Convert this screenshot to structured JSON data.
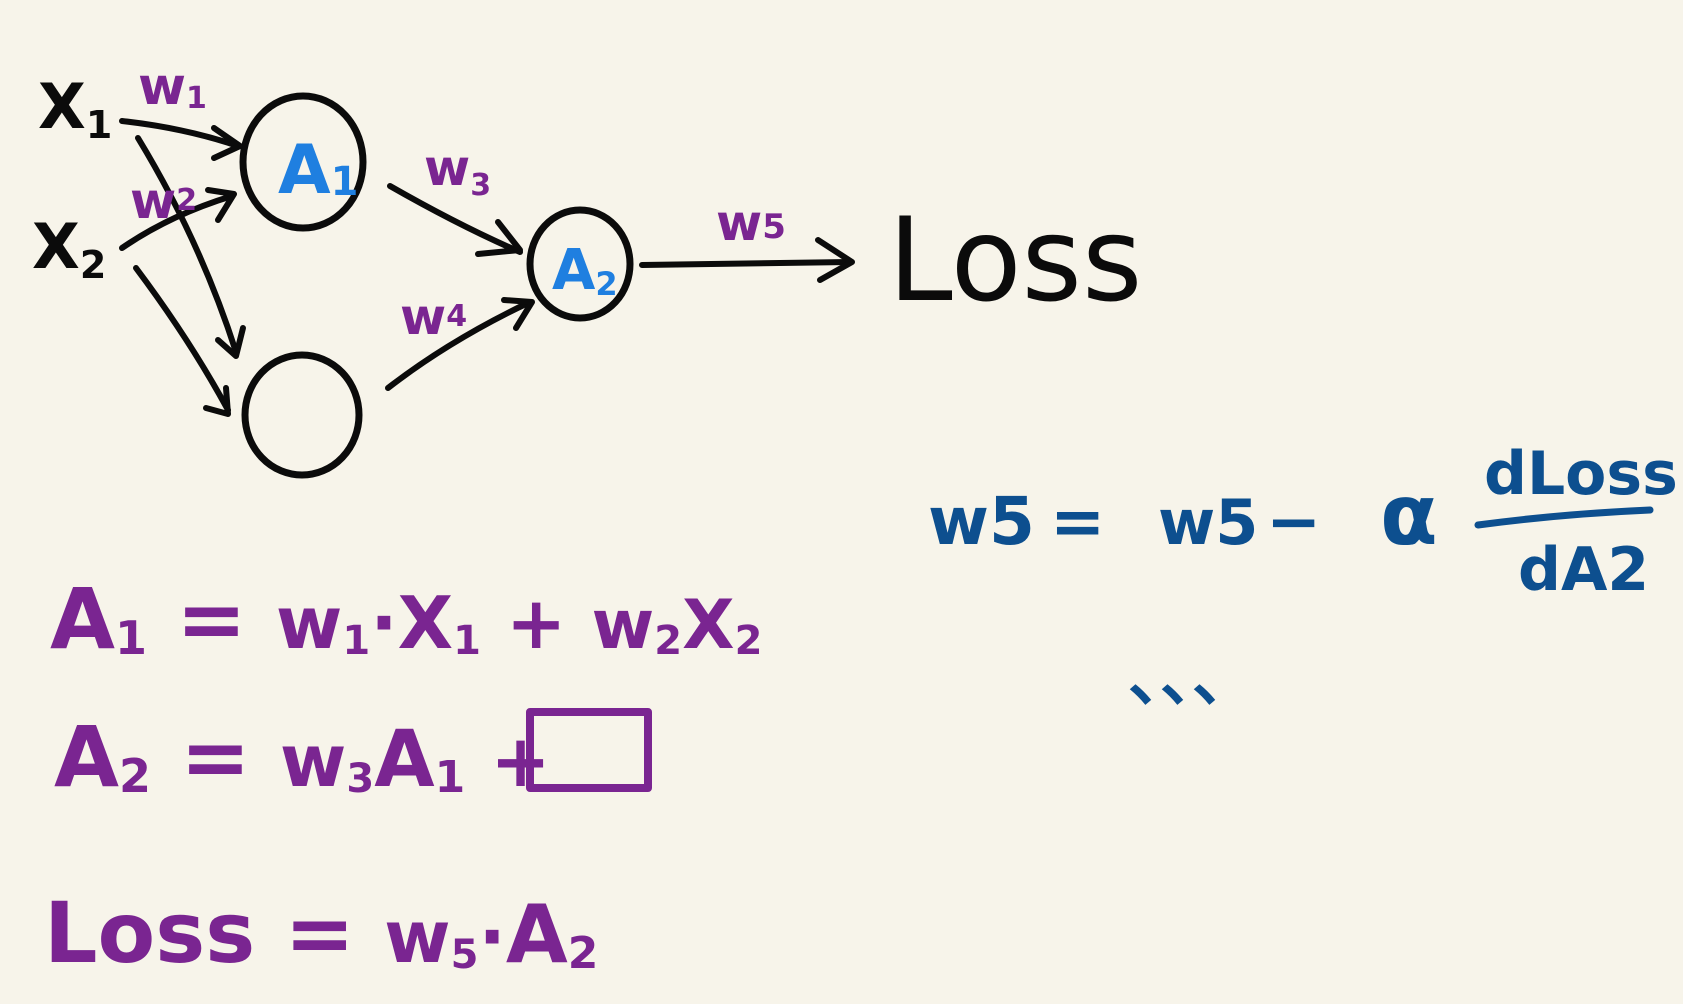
{
  "colors": {
    "background": "#f7f4ea",
    "black_ink": "#0b0b0b",
    "node_label_blue": "#1f7fe0",
    "equation_purple": "#7a2591",
    "update_rule_navy": "#0d4f8f"
  },
  "network": {
    "inputs": [
      {
        "name": "X",
        "sub": "1"
      },
      {
        "name": "X",
        "sub": "2"
      }
    ],
    "hidden_nodes": [
      {
        "name": "A",
        "sub": "1"
      },
      {
        "name": "",
        "sub": ""
      }
    ],
    "output_node": {
      "name": "A",
      "sub": "2"
    },
    "weights": [
      {
        "name": "w",
        "sub": "1"
      },
      {
        "name": "w",
        "sub": "2"
      },
      {
        "name": "w",
        "sub": "3"
      },
      {
        "name": "w",
        "sub": "4"
      },
      {
        "name": "w",
        "sub": "5"
      }
    ],
    "loss_label": "Loss"
  },
  "equations": [
    {
      "lhs": "A",
      "lhs_sub": "1",
      "rhs": [
        {
          "t": "w",
          "s": "1"
        },
        {
          "t": "·",
          "s": ""
        },
        {
          "t": "X",
          "s": "1"
        },
        {
          "t": " + ",
          "s": ""
        },
        {
          "t": "w",
          "s": "2"
        },
        {
          "t": "X",
          "s": "2"
        }
      ]
    },
    {
      "lhs": "A",
      "lhs_sub": "2",
      "rhs": [
        {
          "t": "w",
          "s": "3"
        },
        {
          "t": "A",
          "s": "1"
        },
        {
          "t": " + ",
          "s": ""
        }
      ],
      "trailing_blank_box": true
    },
    {
      "lhs": "Loss",
      "lhs_sub": "",
      "rhs": [
        {
          "t": "w",
          "s": "5"
        },
        {
          "t": "·",
          "s": ""
        },
        {
          "t": "A",
          "s": "2"
        }
      ]
    }
  ],
  "update_rule": {
    "lhs": "w5",
    "equals": "=",
    "w_term": "w5",
    "minus": "−",
    "alpha": "α",
    "fraction_numerator": "dLoss",
    "fraction_denominator": "dA2"
  },
  "ellipsis": "、、、"
}
